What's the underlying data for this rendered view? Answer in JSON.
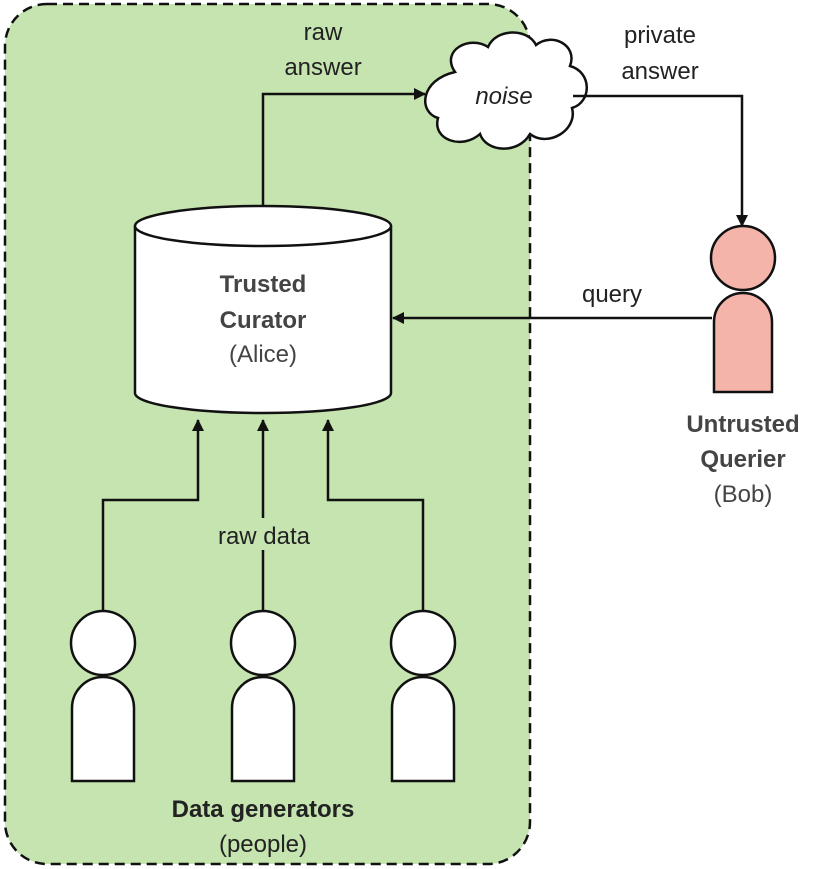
{
  "colors": {
    "trusted_zone_fill": "#c5e4b0",
    "untrusted_person_fill": "#f5b4aa",
    "person_fill": "#ffffff",
    "stroke": "#111111"
  },
  "curator": {
    "title_line1": "Trusted",
    "title_line2": "Curator",
    "name": "(Alice)"
  },
  "noise": {
    "label": "noise"
  },
  "edges": {
    "raw_answer_line1": "raw",
    "raw_answer_line2": "answer",
    "private_answer_line1": "private",
    "private_answer_line2": "answer",
    "query": "query",
    "raw_data": "raw data"
  },
  "querier": {
    "title_line1": "Untrusted",
    "title_line2": "Querier",
    "name": "(Bob)"
  },
  "generators": {
    "title": "Data generators",
    "subtitle": "(people)"
  }
}
